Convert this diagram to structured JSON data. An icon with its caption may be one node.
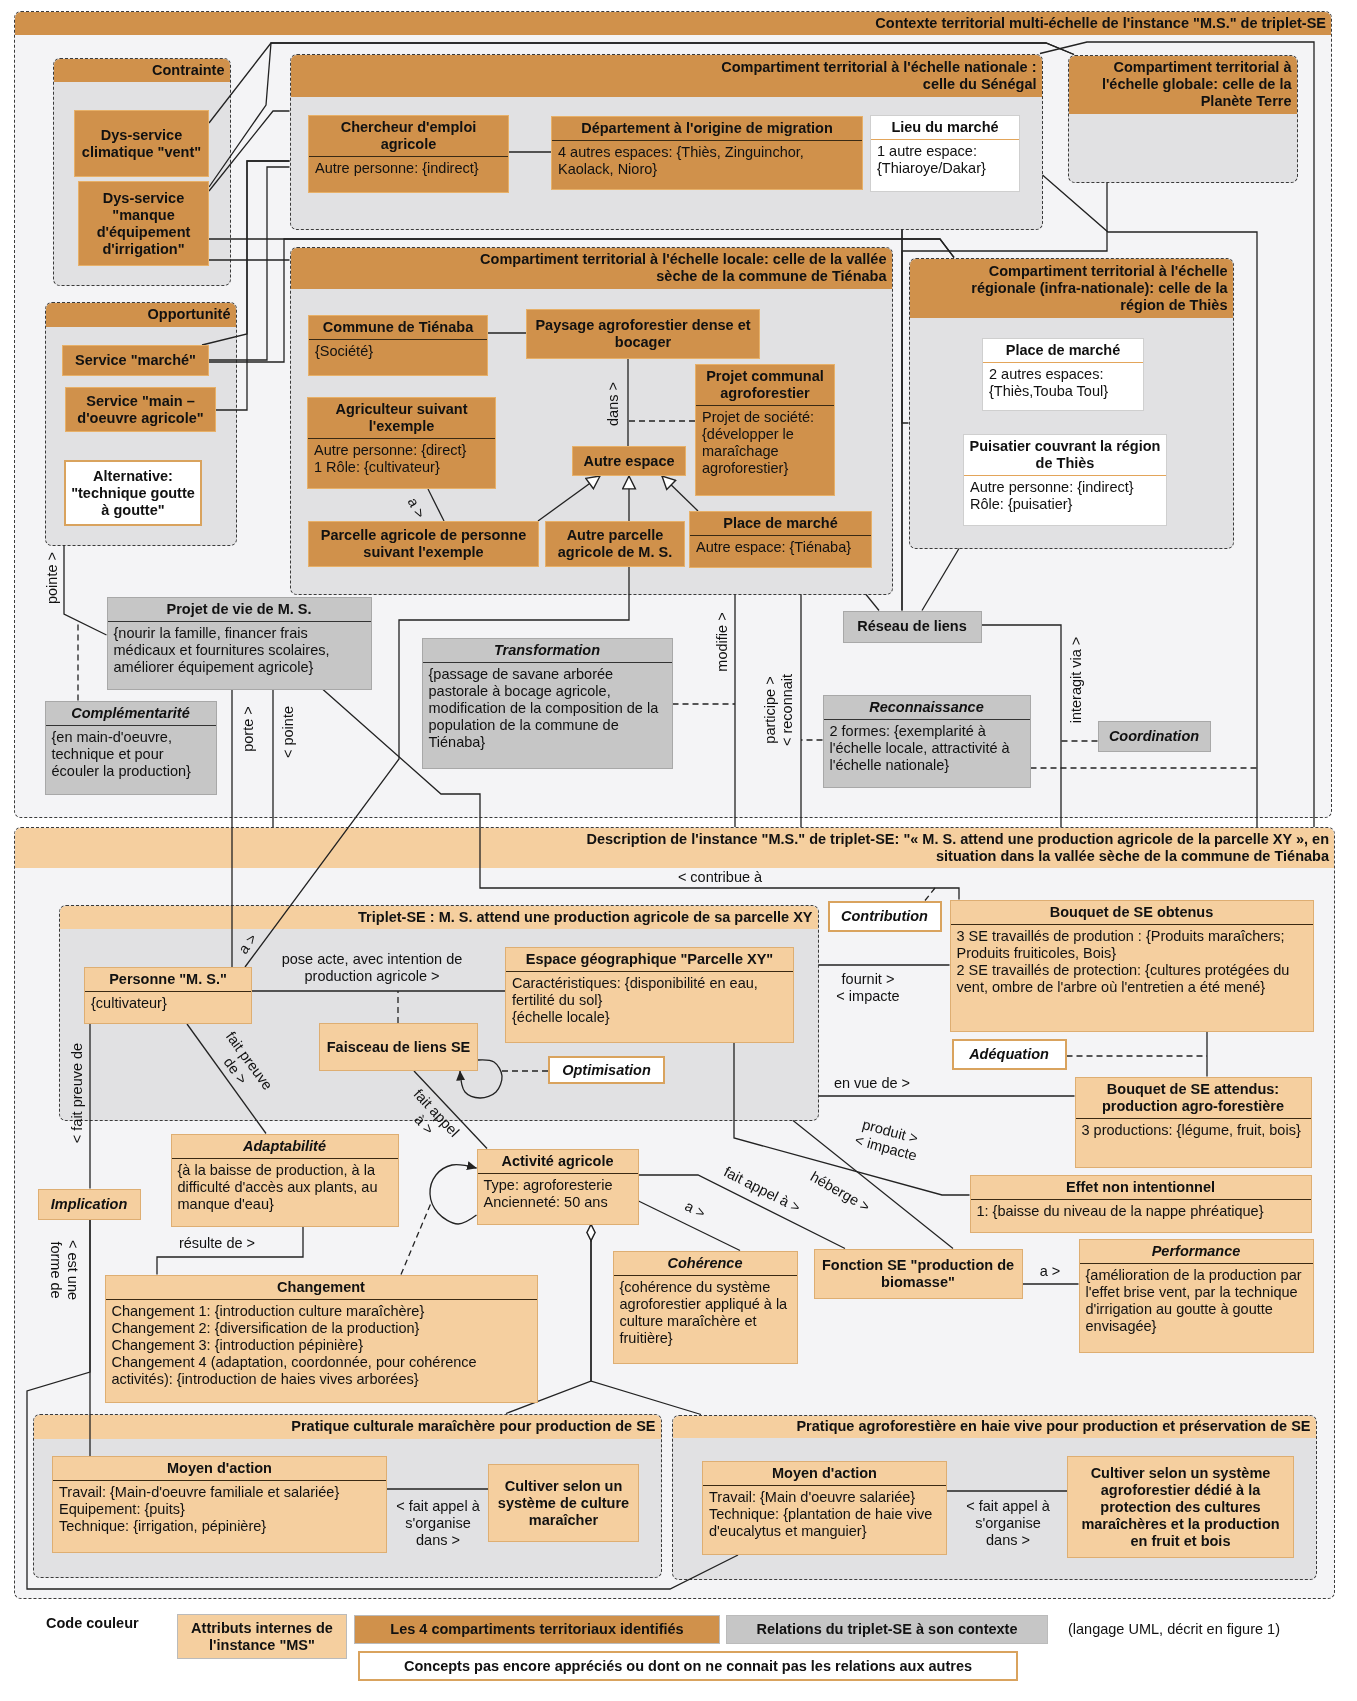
{
  "diagram": {
    "nodes": [
      {
        "text": [
          "Contexte territorial multi-échelle de l'instance \"M.S.\" de triplet-SE"
        ]
      },
      {
        "text": [
          "Contrainte"
        ],
        "in": 0
      },
      {
        "text": [
          "Dys-service climatique \"vent\""
        ],
        "in": 1
      },
      {
        "text": [
          "Dys-service \"manque d'équipement d'irrigation\""
        ],
        "in": 1
      },
      {
        "text": [
          "Compartiment territorial à l'échelle nationale : celle du Sénégal"
        ],
        "in": 0
      },
      {
        "text": [
          "Chercheur d'emploi agricole",
          "Autre personne: {indirect}"
        ],
        "in": 4
      },
      {
        "text": [
          "Département à l'origine de migration",
          "4 autres espaces: {Thiès, Zinguinchor, Kaolack, Nioro}"
        ],
        "in": 4
      },
      {
        "text": [
          "Lieu du marché",
          "1 autre espace: {Thiaroye/Dakar}"
        ],
        "in": 4
      },
      {
        "text": [
          "Compartiment territorial à l'échelle globale: celle de la Planète Terre"
        ],
        "in": 0
      },
      {
        "text": [
          "Opportunité"
        ],
        "in": 0
      },
      {
        "text": [
          "Service \"marché\""
        ],
        "in": 9
      },
      {
        "text": [
          "Service \"main – d'oeuvre agricole\""
        ],
        "in": 9
      },
      {
        "text": [
          "Alternative: \"technique goutte à goutte\""
        ],
        "in": 9
      },
      {
        "text": [
          "Compartiment territorial à l'échelle locale: celle de la vallée sèche de la commune de Tiénaba"
        ],
        "in": 0
      },
      {
        "text": [
          "Commune de Tiénaba",
          "{Société}"
        ],
        "in": 13
      },
      {
        "text": [
          "Paysage agroforestier dense et bocager"
        ],
        "in": 13
      },
      {
        "text": [
          "Agriculteur suivant l'exemple",
          "Autre personne: {direct}",
          "1 Rôle: {cultivateur}"
        ],
        "in": 13
      },
      {
        "text": [
          "Projet communal agroforestier",
          "Projet de société: {développer le maraîchage agroforestier}"
        ],
        "in": 13
      },
      {
        "text": [
          "Autre espace"
        ],
        "in": 13
      },
      {
        "text": [
          "Parcelle agricole de personne suivant l'exemple"
        ],
        "in": 13
      },
      {
        "text": [
          "Autre parcelle agricole de M. S."
        ],
        "in": 13
      },
      {
        "text": [
          "Place de marché",
          "Autre espace: {Tiénaba}"
        ],
        "in": 13
      },
      {
        "text": [
          "Compartiment territorial à l'échelle régionale (infra-nationale): celle de la région de Thiès"
        ],
        "in": 0
      },
      {
        "text": [
          "Place de marché",
          "2 autres espaces: {Thiès,Touba Toul}"
        ],
        "in": 22
      },
      {
        "text": [
          "Puisatier couvrant la région de Thiès",
          "Autre personne: {indirect}",
          "Rôle: {puisatier}"
        ],
        "in": 22
      },
      {
        "text": [
          "Projet de vie de M. S.",
          "{nourir la famille, financer frais médicaux et fournitures scolaires, améliorer équipement agricole}"
        ],
        "in": 0
      },
      {
        "text": [
          "Transformation",
          "{passage de savane arborée pastorale à bocage agricole, modification de la composition de la population de la commune de Tiénaba}"
        ],
        "in": 0
      },
      {
        "text": [
          "Réseau de liens"
        ],
        "in": 0
      },
      {
        "text": [
          "Complémentarité",
          "{en main-d'oeuvre, technique et pour écouler la production}"
        ],
        "in": 0
      },
      {
        "text": [
          "Reconnaissance",
          "2 formes: {exemplarité à l'échelle locale, attractivité à l'échelle nationale}"
        ],
        "in": 0
      },
      {
        "text": [
          "Coordination"
        ],
        "in": 0
      },
      {
        "text": [
          "Description de l'instance \"M.S.\" de triplet-SE: \"« M. S. attend une production agricole de la parcelle XY », en situation dans la vallée sèche de la commune de Tiénaba"
        ]
      },
      {
        "text": [
          "Triplet-SE : M. S. attend une production agricole de sa parcelle XY"
        ],
        "in": 31
      },
      {
        "text": [
          "Personne \"M. S.\"",
          "{cultivateur}"
        ],
        "in": 32
      },
      {
        "text": [
          "Espace géographique \"Parcelle XY\"",
          "Caractéristiques: {disponibilité en eau, fertilité du sol}",
          "{échelle locale}"
        ],
        "in": 32
      },
      {
        "text": [
          "Faisceau de liens SE"
        ],
        "in": 32
      },
      {
        "text": [
          "Optimisation"
        ],
        "in": 32
      },
      {
        "text": [
          "Contribution"
        ],
        "in": 31
      },
      {
        "text": [
          "Bouquet de SE obtenus",
          "3 SE travaillés de prodution : {Produits maraîchers; Produits fruiticoles, Bois}",
          "2 SE travaillés de protection: {cultures protégées du vent, ombre de l'arbre où l'entretien a été mené}"
        ],
        "in": 31
      },
      {
        "text": [
          "Adéquation"
        ],
        "in": 31
      },
      {
        "text": [
          "Bouquet de SE attendus: production agro-forestière",
          "3 productions: {légume, fruit, bois}"
        ],
        "in": 31
      },
      {
        "text": [
          "Adaptabilité",
          "{à la baisse de production, à la difficulté d'accès aux plants, au manque d'eau}"
        ],
        "in": 31
      },
      {
        "text": [
          "Implication"
        ],
        "in": 31
      },
      {
        "text": [
          "Activité agricole",
          "Type: agroforesterie",
          "Ancienneté: 50 ans"
        ],
        "in": 31
      },
      {
        "text": [
          "Effet non intentionnel",
          "1: {baisse du niveau de la nappe phréatique}"
        ],
        "in": 31
      },
      {
        "text": [
          "Cohérence",
          "{cohérence du système agroforestier appliqué à la culture maraîchère et fruitière}"
        ],
        "in": 31
      },
      {
        "text": [
          "Fonction SE \"production de biomasse\""
        ],
        "in": 31
      },
      {
        "text": [
          "Performance",
          "{amélioration de la production par l'effet brise vent, par la technique d'irrigation au goutte à goutte envisagée}"
        ],
        "in": 31
      },
      {
        "text": [
          "Changement",
          "Changement 1: {introduction culture maraîchère}",
          "Changement 2: {diversification de la production}",
          "Changement 3: {introduction pépinière}",
          "Changement 4 (adaptation, coordonnée, pour cohérence activités): {introduction de haies vives arborées}"
        ],
        "in": 31
      },
      {
        "text": [
          "Pratique culturale maraîchère pour production de SE"
        ],
        "in": 31
      },
      {
        "text": [
          "Moyen d'action",
          "Travail: {Main-d'oeuvre familiale et salariée}",
          "Equipement: {puits}",
          "Technique: {irrigation, pépinière}"
        ],
        "in": 49
      },
      {
        "text": [
          "Cultiver selon un système de culture maraîcher"
        ],
        "in": 49
      },
      {
        "text": [
          "Pratique agroforestière en haie vive pour production et préservation de SE"
        ],
        "in": 31
      },
      {
        "text": [
          "Moyen d'action",
          "Travail: {Main d'oeuvre salariée}",
          "Technique: {plantation de haie vive d'eucalytus et manguier}"
        ],
        "in": 52
      },
      {
        "text": [
          "Cultiver selon un système agroforestier dédié à la protection des cultures maraîchères et la production en fruit et bois"
        ],
        "in": 52
      }
    ],
    "edges": [
      {
        "from": 2,
        "to": 8,
        "arrow": "none"
      },
      {
        "from": 3,
        "to": 8,
        "arrow": "none"
      },
      {
        "from": 3,
        "to": 4,
        "arrow": "none"
      },
      {
        "from": 3,
        "to": 22,
        "arrow": "none"
      },
      {
        "from": 3,
        "to": 13,
        "arrow": "none"
      },
      {
        "from": 10,
        "to": 4,
        "arrow": "none"
      },
      {
        "from": 11,
        "to": 4,
        "arrow": "none"
      },
      {
        "from": 10,
        "to": 4,
        "arrow": "none"
      },
      {
        "from": 10,
        "to": 22,
        "arrow": "none"
      },
      {
        "from": 4,
        "to": 31,
        "arrow": "none"
      },
      {
        "from": 4,
        "to": 31,
        "arrow": "none"
      },
      {
        "from": 8,
        "to": 27,
        "arrow": "none"
      },
      {
        "from": 4,
        "to": 27,
        "arrow": "none"
      },
      {
        "from": 22,
        "to": 4,
        "arrow": "none"
      },
      {
        "from": 13,
        "to": 27,
        "arrow": "none"
      },
      {
        "from": 22,
        "to": 27,
        "arrow": "none"
      },
      {
        "from": 5,
        "to": 6,
        "arrow": "none"
      },
      {
        "from": 14,
        "to": 15,
        "arrow": "none"
      },
      {
        "from": 18,
        "to": 15,
        "arrow": "none",
        "label": "dans >"
      },
      {
        "from": 17,
        "to": null,
        "arrow": "none",
        "style": "dashed"
      },
      {
        "from": 16,
        "to": 19,
        "arrow": "none",
        "label": "a >"
      },
      {
        "from": 19,
        "to": 18,
        "arrow": "to"
      },
      {
        "from": 20,
        "to": 18,
        "arrow": "to"
      },
      {
        "from": 21,
        "to": 18,
        "arrow": "to"
      },
      {
        "from": 25,
        "to": 9,
        "arrow": "none",
        "label": "pointe >"
      },
      {
        "from": 28,
        "to": null,
        "arrow": "none",
        "style": "dashed"
      },
      {
        "from": 33,
        "to": 25,
        "arrow": "none",
        "label": "porte >"
      },
      {
        "from": 25,
        "to": 31,
        "arrow": "none",
        "label": "< pointe"
      },
      {
        "from": 25,
        "to": 38,
        "arrow": "none",
        "label": "< contribue à"
      },
      {
        "from": 37,
        "to": null,
        "arrow": "none",
        "style": "dashed"
      },
      {
        "from": 33,
        "to": 20,
        "arrow": "none",
        "label": "a >"
      },
      {
        "from": 26,
        "to": null,
        "arrow": "none",
        "style": "dashed"
      },
      {
        "from": 13,
        "to": 31,
        "arrow": "none",
        "label": "modifie >"
      },
      {
        "from": 13,
        "to": 31,
        "arrow": "none",
        "label": "participe > < reconnait"
      },
      {
        "from": 29,
        "to": null,
        "arrow": "none",
        "style": "dashed"
      },
      {
        "from": 29,
        "to": null,
        "arrow": "none",
        "style": "dashed"
      },
      {
        "from": 27,
        "to": 31,
        "arrow": "none",
        "label": "interagit via >"
      },
      {
        "from": 30,
        "to": null,
        "arrow": "none",
        "style": "dashed"
      },
      {
        "from": 33,
        "to": 34,
        "arrow": "none",
        "label": "pose acte, avec intention de production agricole >"
      },
      {
        "from": 35,
        "to": null,
        "arrow": "none",
        "style": "dashed"
      },
      {
        "from": 35,
        "to": 35,
        "arrow": "to"
      },
      {
        "from": 36,
        "to": null,
        "arrow": "none",
        "style": "dashed"
      },
      {
        "from": 33,
        "to": 41,
        "arrow": "none",
        "label": "fait preuve de >"
      },
      {
        "from": 33,
        "to": 42,
        "arrow": "none",
        "label": "< fait preuve de"
      },
      {
        "from": 42,
        "to": 50,
        "arrow": "none",
        "label": "< est une forme de"
      },
      {
        "from": 35,
        "to": 43,
        "arrow": "none",
        "label": "fait appel à >"
      },
      {
        "from": 43,
        "to": 43,
        "arrow": "to"
      },
      {
        "from": 41,
        "to": 48,
        "arrow": "none",
        "label": "résulte de >"
      },
      {
        "from": 48,
        "to": null,
        "arrow": "none",
        "style": "dashed"
      },
      {
        "from": 43,
        "to": 49,
        "arrow": "other"
      },
      {
        "from": 43,
        "to": 52,
        "arrow": "other"
      },
      {
        "from": 43,
        "to": 46,
        "arrow": "none",
        "label": "fait appel à >"
      },
      {
        "from": 43,
        "to": 45,
        "arrow": "none",
        "label": "a >"
      },
      {
        "from": 34,
        "to": 44,
        "arrow": "none",
        "label": "produit > < impacte"
      },
      {
        "from": 32,
        "to": 46,
        "arrow": "none",
        "label": "héberge >"
      },
      {
        "from": 32,
        "to": 38,
        "arrow": "none",
        "label": "fournit > < impacte"
      },
      {
        "from": 32,
        "to": 40,
        "arrow": "none",
        "label": "en vue de >"
      },
      {
        "from": 38,
        "to": 40,
        "arrow": "none"
      },
      {
        "from": 39,
        "to": null,
        "arrow": "none",
        "style": "dashed"
      },
      {
        "from": 46,
        "to": 47,
        "arrow": "none",
        "label": "a >"
      },
      {
        "from": 50,
        "to": 51,
        "arrow": "none",
        "label": "< fait appel à s'organise dans >"
      },
      {
        "from": 53,
        "to": 54,
        "arrow": "none",
        "label": "< fait appel à s'organise dans >"
      },
      {
        "from": 53,
        "to": 42,
        "arrow": "none"
      }
    ],
    "labels": [
      "Code couleur",
      "(langage UML, décrit en figure 1)"
    ],
    "legend": [
      {
        "text": "Attributs internes de l'instance \"MS\"",
        "color": "#f5cf9f"
      },
      {
        "text": "Les 4 compartiments territoriaux identifiés",
        "color": "#d0914b"
      },
      {
        "text": "Relations du triplet-SE à son contexte",
        "color": "#c6c6c6"
      },
      {
        "text": "Concepts pas encore appréciés ou dont on ne connait pas les relations aux autres",
        "color": "#ffffff"
      }
    ]
  }
}
